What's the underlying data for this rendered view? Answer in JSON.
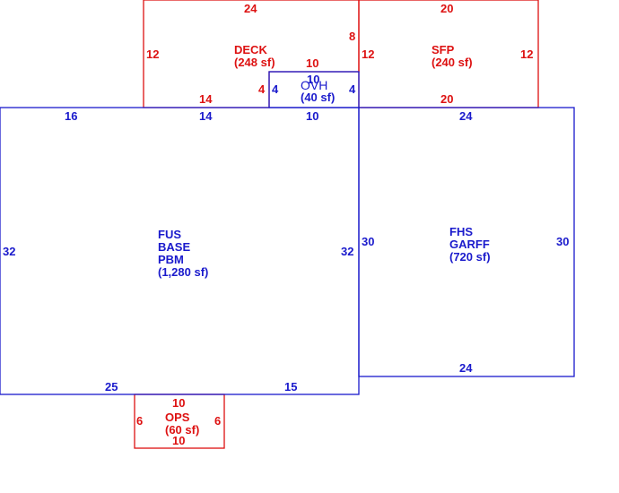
{
  "colors": {
    "blue": "#1a1acc",
    "red": "#dd1111"
  },
  "areas": [
    {
      "key": "fus",
      "color": "blue",
      "lines": [
        "FUS",
        "BASE",
        "PBM",
        "(1,280 sf)"
      ],
      "dims": {
        "top_left": "16",
        "top_right": "14",
        "left": "32",
        "right": "32",
        "bottom_left": "25",
        "bottom_right": "15"
      }
    },
    {
      "key": "fhs",
      "color": "blue",
      "lines": [
        "FHS",
        "GARFF",
        "(720 sf)"
      ],
      "dims": {
        "top": "24",
        "left": "30",
        "right": "30",
        "bottom": "24"
      }
    },
    {
      "key": "deck",
      "color": "red",
      "lines": [
        "DECK",
        "(248 sf)"
      ],
      "dims": {
        "top": "24",
        "left": "12",
        "right": "8",
        "bottom": "14",
        "notch_top": "10",
        "notch_side": "4"
      }
    },
    {
      "key": "sfp",
      "color": "red",
      "lines": [
        "SFP",
        "(240 sf)"
      ],
      "dims": {
        "top": "20",
        "left": "12",
        "right": "12",
        "bottom": "20"
      }
    },
    {
      "key": "ovh",
      "color": "blue",
      "lines": [
        "OVH",
        "(40 sf)"
      ],
      "dims": {
        "top": "10",
        "bottom": "10",
        "left": "4",
        "right": "4"
      }
    },
    {
      "key": "ops",
      "color": "red",
      "lines": [
        "OPS",
        "(60 sf)"
      ],
      "dims": {
        "top": "10",
        "bottom": "10",
        "left": "6",
        "right": "6"
      }
    }
  ]
}
